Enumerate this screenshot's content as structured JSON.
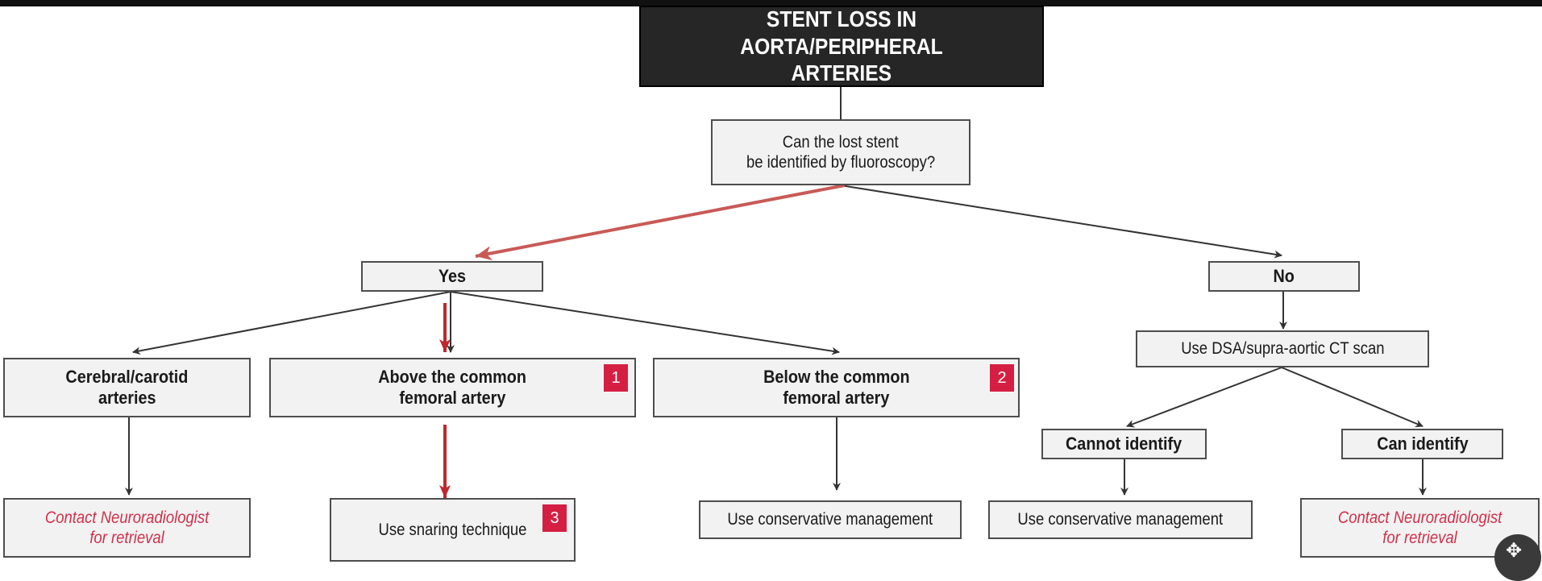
{
  "title": {
    "line1": "STENT LOSS IN AORTA/PERIPHERAL",
    "line2": "ARTERIES"
  },
  "question": {
    "line1": "Can the lost stent",
    "line2": "be identified by fluoroscopy?"
  },
  "yes": "Yes",
  "no": "No",
  "cerebral": {
    "line1": "Cerebral/carotid",
    "line2": "arteries"
  },
  "above": {
    "line1": "Above the common",
    "line2": "femoral artery",
    "badge": "1"
  },
  "below": {
    "line1": "Below the common",
    "line2": "femoral artery",
    "badge": "2"
  },
  "dsa": "Use DSA/supra-aortic CT scan",
  "cannot_identify": "Cannot identify",
  "can_identify": "Can identify",
  "contact_left": {
    "line1": "Contact Neuroradiologist",
    "line2": "for retrieval"
  },
  "snaring": {
    "label": "Use snaring technique",
    "badge": "3"
  },
  "conservative_below": "Use conservative management",
  "conservative_no": "Use conservative management",
  "contact_right": {
    "line1": "Contact Neuroradiologist",
    "line2": "for retrieval"
  },
  "colors": {
    "box_fill": "#f2f2f2",
    "title_fill": "#262626",
    "badge": "#d41f43",
    "emphasis_red_arrow": "#c0272d",
    "salmon_arrow": "#c85a56",
    "italic_text": "#d0304a"
  },
  "icons": {
    "fab": "move-icon"
  }
}
